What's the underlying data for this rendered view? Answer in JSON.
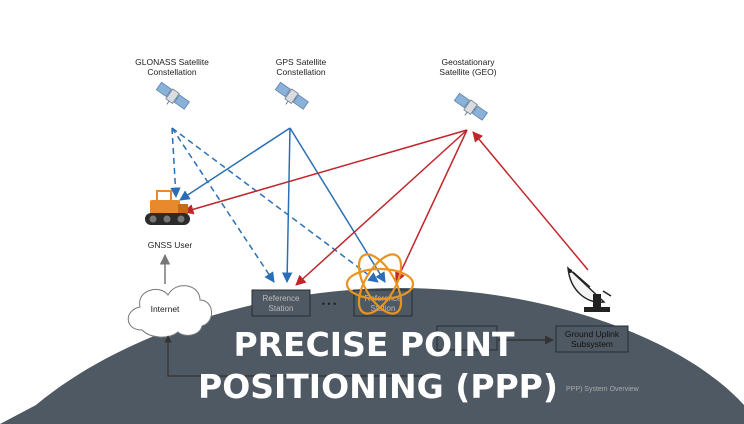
{
  "satellites": {
    "glonass": [
      "GLONASS Satellite",
      "Constellation"
    ],
    "gps": [
      "GPS Satellite",
      "Constellation"
    ],
    "geo": [
      "Geostationary",
      "Satellite (GEO)"
    ]
  },
  "gnss_user": "GNSS User",
  "internet": "Internet",
  "reference_station_1": [
    "Reference",
    "Station"
  ],
  "reference_station_2": [
    "Reference",
    "Station"
  ],
  "ellipsis": "• • •",
  "ground_uplink": [
    "Ground Uplink",
    "Subsystem"
  ],
  "caption": "PPP) System Overview",
  "title": [
    "PRECISE POINT",
    "POSITIONING (PPP)"
  ],
  "colors": {
    "dome": "#4f5963",
    "glonass_link": "#2a6fb5",
    "gps_link": "#2a6fb5",
    "geo_link": "#c0262c",
    "tractor": "#e8892c",
    "ring": "#e89420"
  }
}
